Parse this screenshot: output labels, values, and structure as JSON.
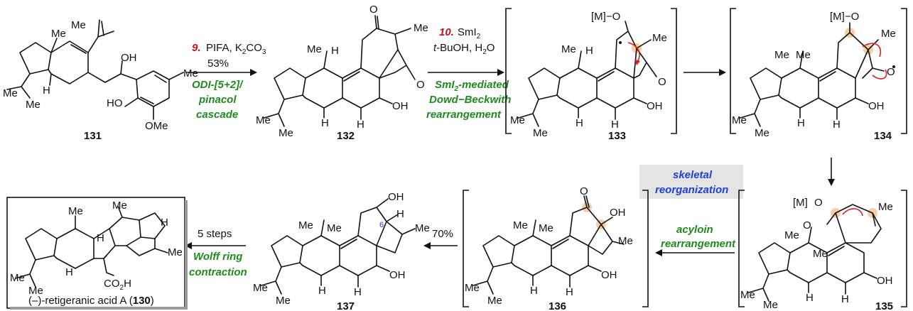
{
  "compounds": {
    "c131": "131",
    "c132": "132",
    "c133": "133",
    "c134": "134",
    "c135": "135",
    "c136": "136",
    "c137": "137",
    "c130_name": "(–)-retigeranic acid A (",
    "c130_num": "130",
    "c130_close": ")"
  },
  "steps": {
    "s9_num": "9.",
    "s9_reagent": "PIFA, K",
    "s9_reagent2": "CO",
    "s9_yield": "53%",
    "s9_note1": "ODI-[5+2]/",
    "s9_note2": "pinacol",
    "s9_note3": "cascade",
    "s10_num": "10.",
    "s10_reagent": "SmI",
    "s10_solv1": "t",
    "s10_solv2": "-BuOH, H",
    "s10_solv3": "O",
    "s10_note1": "SmI",
    "s10_note1b": "-mediated",
    "s10_note2": "Dowd−Beckwith",
    "s10_note3": "rearrangement",
    "skeletal1": "skeletal",
    "skeletal2": "reorganization",
    "acyloin1": "acyloin",
    "acyloin2": "rearrangement",
    "y70": "70%",
    "five_steps": "5 steps",
    "wolff1": "Wolff ring",
    "wolff2": "contraction"
  },
  "atoms": {
    "me": "Me",
    "h": "H",
    "oh": "OH",
    "ho": "HO",
    "ome": "OMe",
    "o": "O",
    "m_o": "[M]−O",
    "m": "[M]",
    "co2h": "CO",
    "co2h_2": "H",
    "six": "6",
    "sub2": "2",
    "sub3": "3"
  }
}
